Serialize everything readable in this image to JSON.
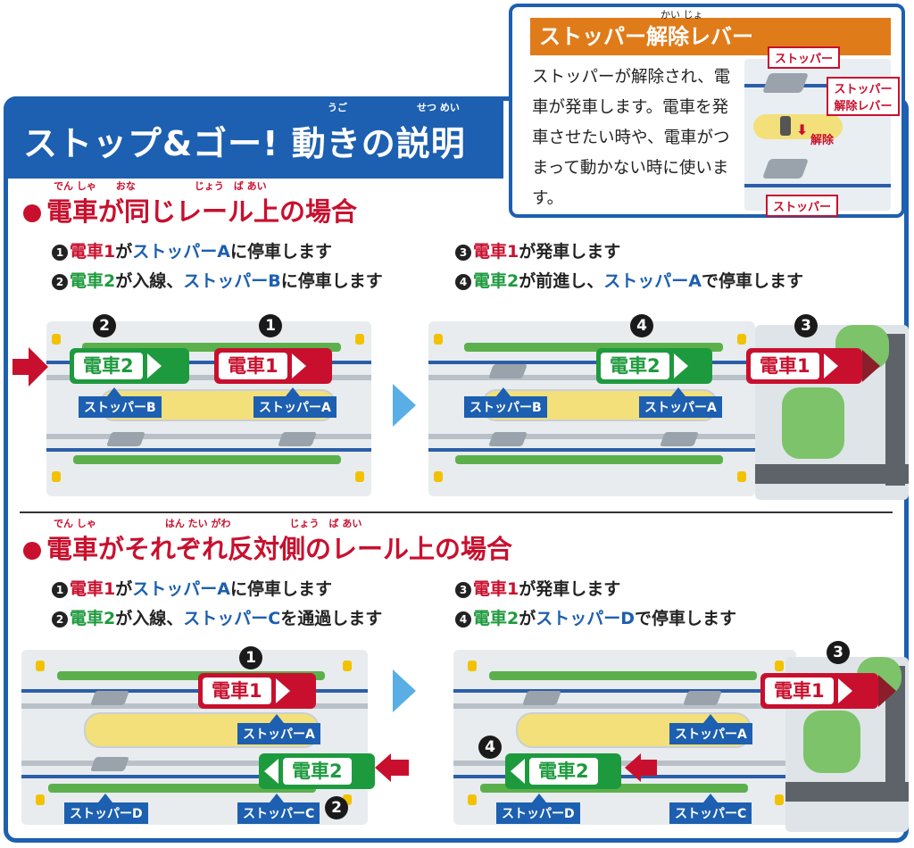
{
  "header": {
    "title": "ストップ&ゴー! 動きの説明",
    "ruby_ugo": "うご",
    "ruby_setsumei": "せつ めい"
  },
  "release": {
    "title": "ストッパー解除レバー",
    "ruby_kaijo": "かい じょ",
    "description": "ストッパーが解除され、電車が発車します。電車を発車させたい時や、電車がつまって動かない時に使います。",
    "label_stopper_top": "ストッパー",
    "label_lever": "ストッパー解除レバー",
    "label_release": "解除",
    "label_stopper_bottom": "ストッパー"
  },
  "section1": {
    "heading": "電車が同じレール上の場合",
    "ruby": "でん しゃ　　おな　　　　　　じょう　ば あい",
    "step1": {
      "num": "1",
      "train": "電車1",
      "mid": "が",
      "stopper": "ストッパーA",
      "rest": "に停車します"
    },
    "step2": {
      "num": "2",
      "train": "電車2",
      "mid": "が入線、",
      "stopper": "ストッパーB",
      "rest": "に停車します"
    },
    "step3": {
      "num": "3",
      "train": "電車1",
      "rest": "が発車します"
    },
    "step4": {
      "num": "4",
      "train": "電車2",
      "mid": "が前進し、",
      "stopper": "ストッパーA",
      "rest": "で停車します"
    }
  },
  "section2": {
    "heading": "電車がそれぞれ反対側のレール上の場合",
    "ruby": "でん しゃ　　　　　　　はん たい がわ　　　　　　じょう　ば あい",
    "step1": {
      "num": "1",
      "train": "電車1",
      "mid": "が",
      "stopper": "ストッパーA",
      "rest": "に停車します"
    },
    "step2": {
      "num": "2",
      "train": "電車2",
      "mid": "が入線、",
      "stopper": "ストッパーC",
      "rest": "を通過します"
    },
    "step3": {
      "num": "3",
      "train": "電車1",
      "rest": "が発車します"
    },
    "step4": {
      "num": "4",
      "train": "電車2",
      "mid": "が",
      "stopper": "ストッパーD",
      "rest": "で停車します"
    }
  },
  "trains": {
    "t1": "電車1",
    "t2": "電車2",
    "ruby": "でん しゃ"
  },
  "stoppers": {
    "a": "ストッパーA",
    "b": "ストッパーB",
    "c": "ストッパーC",
    "d": "ストッパーD"
  },
  "circles": {
    "c1": "1",
    "c2": "2",
    "c3": "3",
    "c4": "4"
  },
  "colors": {
    "frame": "#1d5fb0",
    "accent_red": "#c8102e",
    "green": "#1e9a3e",
    "orange": "#e07b1a",
    "flow_arrow": "#5aaee6"
  }
}
